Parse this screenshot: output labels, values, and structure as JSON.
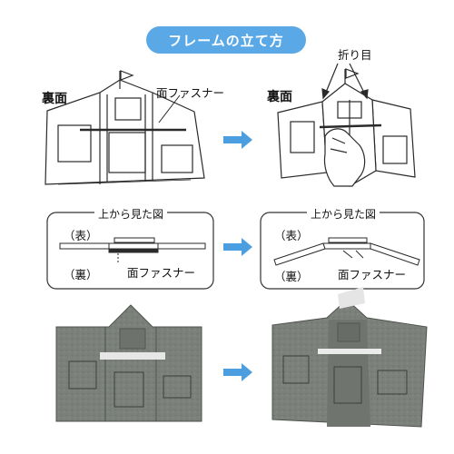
{
  "title": "フレームの立て方",
  "labels": {
    "back_left": "裏面",
    "back_right": "裏面",
    "fastener_top": "面ファスナー",
    "fold_line": "折り目",
    "top_view_left": "上から見た図",
    "top_view_right": "上から見た図",
    "front_left": "（表）",
    "back_side_left": "（裏）",
    "front_right": "（表）",
    "back_side_right": "（裏）",
    "fastener_left": "面ファスナー",
    "fastener_right": "面ファスナー"
  },
  "colors": {
    "title_bg": "#5aa9e6",
    "arrow": "#4b9ee0",
    "felt": "#7a7f7a",
    "felt_dark": "#5f635f",
    "line": "#2a2a2a"
  }
}
